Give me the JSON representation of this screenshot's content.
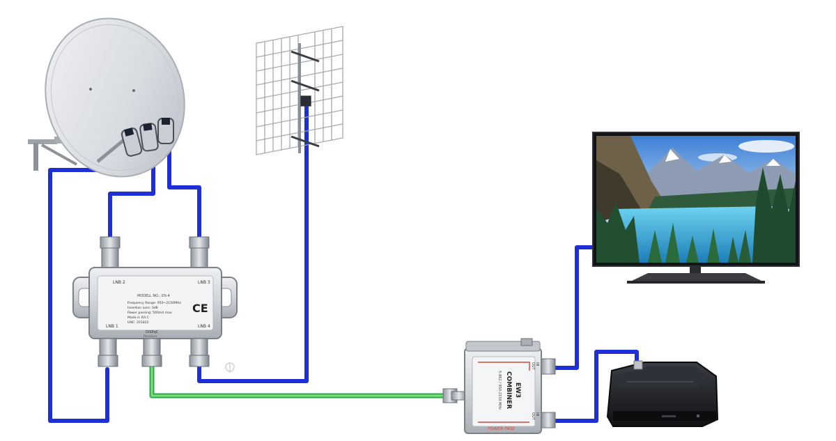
{
  "colors": {
    "cable_sat": "#1f2fd6",
    "cable_out": "#2aa84a",
    "cable_highlight": "#7be07b",
    "background": "#ffffff",
    "device_metal": "#d9dde2",
    "device_dark": "#1b1d21"
  },
  "icons": [
    "satellite-dish-icon",
    "tv-antenna-icon",
    "television-icon",
    "set-top-box-icon"
  ],
  "diseqc": {
    "port_lnb2": "LNB 2",
    "port_lnb3": "LNB 3",
    "port_lnb1": "LNB 1",
    "port_lnb4": "LNB 4",
    "out_label": "DiSEqC",
    "out_sub": "Receiver",
    "ce_mark": "CE",
    "model": "MODELL NO.: DS-4",
    "spec_lines": [
      "Frequency Range: 950~2150MHz",
      "Insertion Loss: 3dB",
      "Power passing: 500mA max",
      "Made in P.R.C",
      "UNC: 201822"
    ]
  },
  "combiner": {
    "name": "COMBINER",
    "model": "EW3",
    "band": "5-862 / 950-2150 MHz",
    "in_top": "IN",
    "out_top": "OUT",
    "in_bottom": "IN",
    "out_bottom": "OUT",
    "power_pass": "POWER PASS"
  }
}
